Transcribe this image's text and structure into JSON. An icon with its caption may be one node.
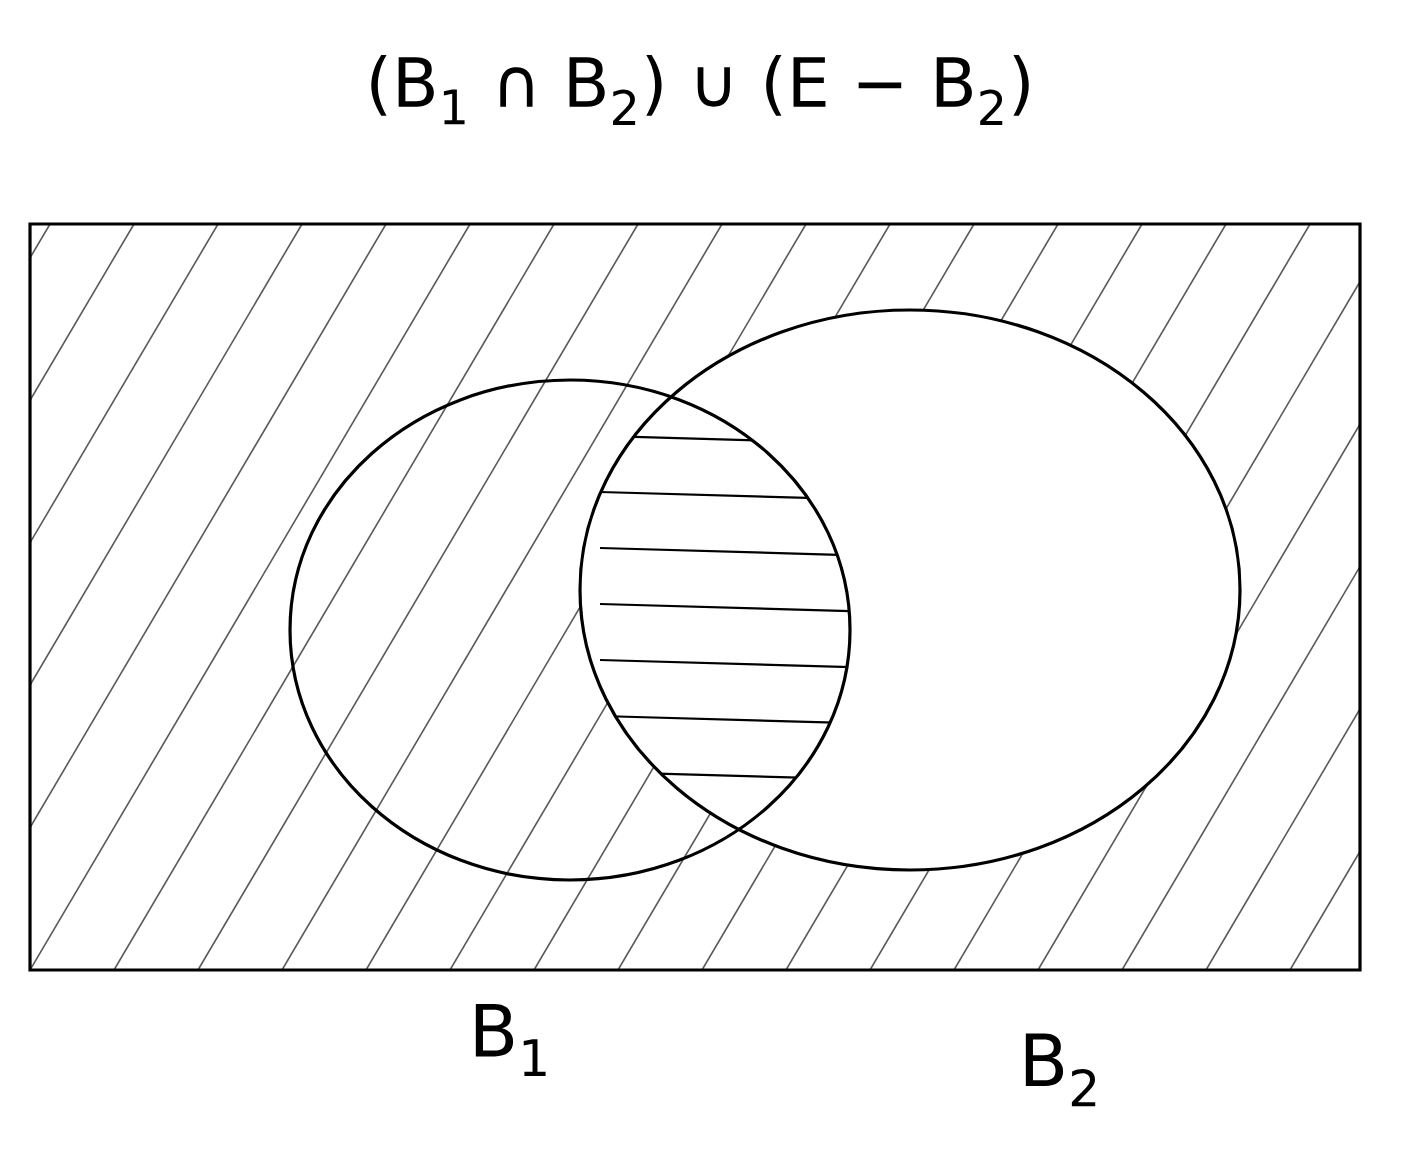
{
  "diagram": {
    "title": "(B$_{1}$ ∩ B$_{2}$) ∪ (E − B$_{2}$)",
    "nodes": [
      {
        "text": [],
        "shape": "box"
      },
      {
        "text": [],
        "shape": "circle",
        "in": 0
      },
      {
        "text": [],
        "shape": "circle",
        "in": 0
      }
    ],
    "labels": [
      "B$_{1}$",
      "B$_{2}$"
    ]
  }
}
